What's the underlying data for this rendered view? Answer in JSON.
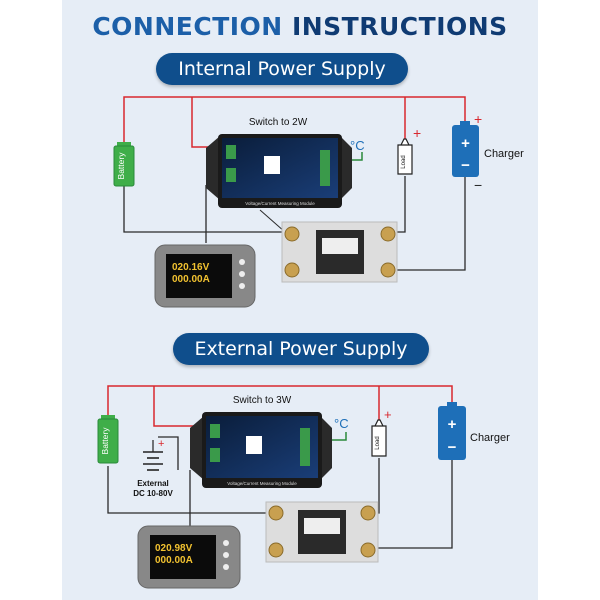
{
  "header": {
    "title_part1": "CONNECTION",
    "title_part2": "INSTRUCTIONS"
  },
  "sections": [
    {
      "heading": "Internal Power Supply",
      "switch_label": "Switch to 2W"
    },
    {
      "heading": "External Power Supply",
      "switch_label": "Switch to 3W"
    }
  ],
  "labels": {
    "battery": "Battery",
    "load": "Load",
    "charger": "Charger",
    "temp": "°C",
    "plus": "+",
    "minus": "−",
    "module_caption": "Voltage/Current Measuring Module",
    "external_line1": "External",
    "external_line2": "DC 10-80V"
  },
  "display": {
    "voltage1": "020.16V",
    "current1": "000.00A",
    "voltage2": "020.98V",
    "current2": "000.00A"
  },
  "colors": {
    "wire_red": "#d8282e",
    "wire_dark": "#2b2b2b",
    "wire_green": "#2a8a3a",
    "heading_blue": "#0f4e8c",
    "battery_green": "#3fae49",
    "charger_blue": "#1e6fb8"
  }
}
